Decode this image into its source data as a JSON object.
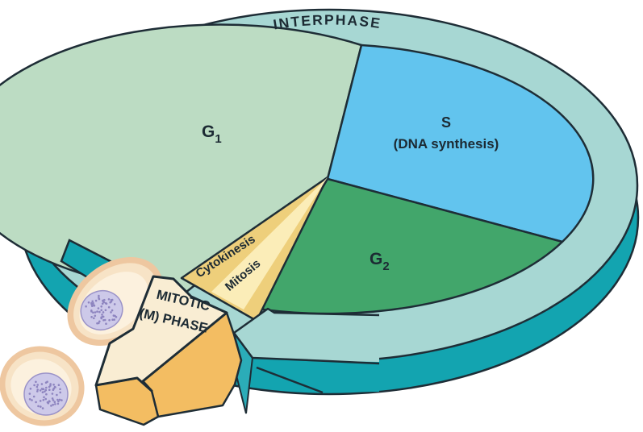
{
  "diagram": {
    "title_region": "cell-cycle",
    "labels": {
      "interphase": "INTERPHASE",
      "g1_base": "G",
      "g1_sub": "1",
      "s_title": "S",
      "s_subtitle": "(DNA synthesis)",
      "g2_base": "G",
      "g2_sub": "2",
      "cytokinesis": "Cytokinesis",
      "mitosis": "Mitosis",
      "mitotic_line1": "MITOTIC",
      "mitotic_line2": "(M) PHASE"
    },
    "colors": {
      "background": "#ffffff",
      "outline": "#1e2d36",
      "ring_top": "#a7d7d3",
      "ring_side": "#13a4b0",
      "cut_face": "#2bacb8",
      "g1": "#bcdcc3",
      "s": "#62c4ee",
      "g2": "#42a66b",
      "wedge": "#eecf7b",
      "wedge_highlight": "#fbedb8",
      "arrow_top": "#f9edd3",
      "arrow_side": "#f3bd62",
      "cell_edge": "#eec7a0",
      "cell_body": "#f7e3c6",
      "cell_inner": "#fcf1de",
      "nucleus": "#cdc9e9",
      "nucleus_edge": "#9a92c8",
      "nucleus_dot": "#8d84bf",
      "text": "#1c2a33"
    }
  }
}
